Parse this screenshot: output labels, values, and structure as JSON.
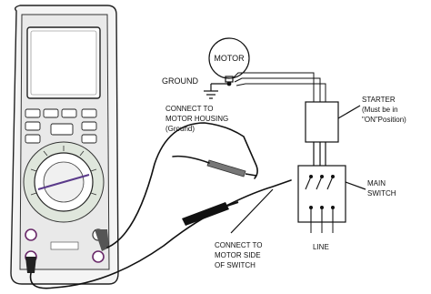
{
  "labels": {
    "motor": "MOTOR",
    "ground": "GROUND",
    "connect_housing_1": "CONNECT TO",
    "connect_housing_2": "MOTOR HOUSING",
    "connect_housing_3": "(Ground)",
    "starter_1": "STARTER",
    "starter_2": "(Must be in",
    "starter_3": "\"ON\"Position)",
    "main_switch_1": "MAIN",
    "main_switch_2": "SWITCH",
    "line": "LINE",
    "connect_switch_1": "CONNECT TO",
    "connect_switch_2": "MOTOR SIDE",
    "connect_switch_3": "OF SWITCH"
  }
}
